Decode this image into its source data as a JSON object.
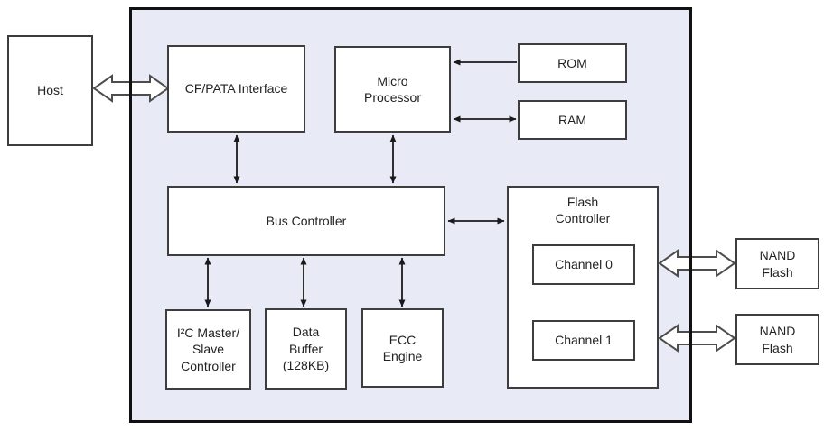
{
  "colors": {
    "container_fill": "#E8EBF5",
    "container_border": "#111111",
    "box_fill": "#FFFFFF",
    "box_border": "#3D3D3D",
    "arrow": "#1A1A1A",
    "hollow_arrow_outline": "#4D4D4D",
    "text": "#222222"
  },
  "nodes": {
    "host": {
      "label": "Host"
    },
    "cf_pata_interface": {
      "label": "CF/PATA Interface"
    },
    "micro_processor": {
      "label": "Micro\nProcessor"
    },
    "rom": {
      "label": "ROM"
    },
    "ram": {
      "label": "RAM"
    },
    "bus_controller": {
      "label": "Bus Controller"
    },
    "flash_controller": {
      "label": "Flash\nController"
    },
    "channel_0": {
      "label": "Channel 0"
    },
    "channel_1": {
      "label": "Channel 1"
    },
    "i2c_controller": {
      "label": "I²C Master/\nSlave\nController"
    },
    "data_buffer": {
      "label": "Data\nBuffer\n(128KB)"
    },
    "ecc_engine": {
      "label": "ECC\nEngine"
    },
    "nand_flash_top": {
      "label": "NAND\nFlash"
    },
    "nand_flash_bottom": {
      "label": "NAND\nFlash"
    }
  },
  "connections": [
    {
      "from": "host",
      "to": "cf_pata_interface",
      "style": "hollow-double-arrow"
    },
    {
      "from": "cf_pata_interface",
      "to": "bus_controller",
      "style": "double-arrow"
    },
    {
      "from": "micro_processor",
      "to": "bus_controller",
      "style": "double-arrow"
    },
    {
      "from": "rom",
      "to": "micro_processor",
      "style": "single-arrow"
    },
    {
      "from": "micro_processor",
      "to": "ram",
      "style": "double-arrow"
    },
    {
      "from": "bus_controller",
      "to": "flash_controller",
      "style": "double-arrow"
    },
    {
      "from": "bus_controller",
      "to": "i2c_controller",
      "style": "double-arrow"
    },
    {
      "from": "bus_controller",
      "to": "data_buffer",
      "style": "double-arrow"
    },
    {
      "from": "bus_controller",
      "to": "ecc_engine",
      "style": "double-arrow"
    },
    {
      "from": "channel_0",
      "to": "nand_flash_top",
      "style": "hollow-double-arrow"
    },
    {
      "from": "channel_1",
      "to": "nand_flash_bottom",
      "style": "hollow-double-arrow"
    }
  ]
}
